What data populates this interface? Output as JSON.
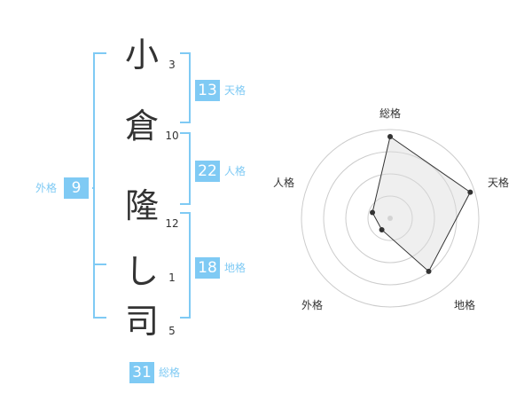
{
  "colors": {
    "accent": "#7fcaf4",
    "text": "#333333",
    "grid": "#cccccc",
    "fill": "#f0f0f0"
  },
  "name": {
    "chars": [
      {
        "char": "小",
        "strokes": "3"
      },
      {
        "char": "倉",
        "strokes": "10"
      },
      {
        "char": "隆",
        "strokes": "12"
      },
      {
        "char": "し",
        "strokes": "1"
      },
      {
        "char": "司",
        "strokes": "5"
      }
    ]
  },
  "fortune": {
    "tenkaku": {
      "value": "13",
      "label": "天格"
    },
    "jinkaku": {
      "value": "22",
      "label": "人格"
    },
    "chikaku": {
      "value": "18",
      "label": "地格"
    },
    "gaikaku": {
      "value": "9",
      "label": "外格"
    },
    "soukaku": {
      "value": "31",
      "label": "総格"
    }
  },
  "radar": {
    "axes": [
      "総格",
      "天格",
      "地格",
      "外格",
      "人格"
    ],
    "values": [
      0.92,
      0.95,
      0.74,
      0.16,
      0.21
    ],
    "rings": 4
  }
}
